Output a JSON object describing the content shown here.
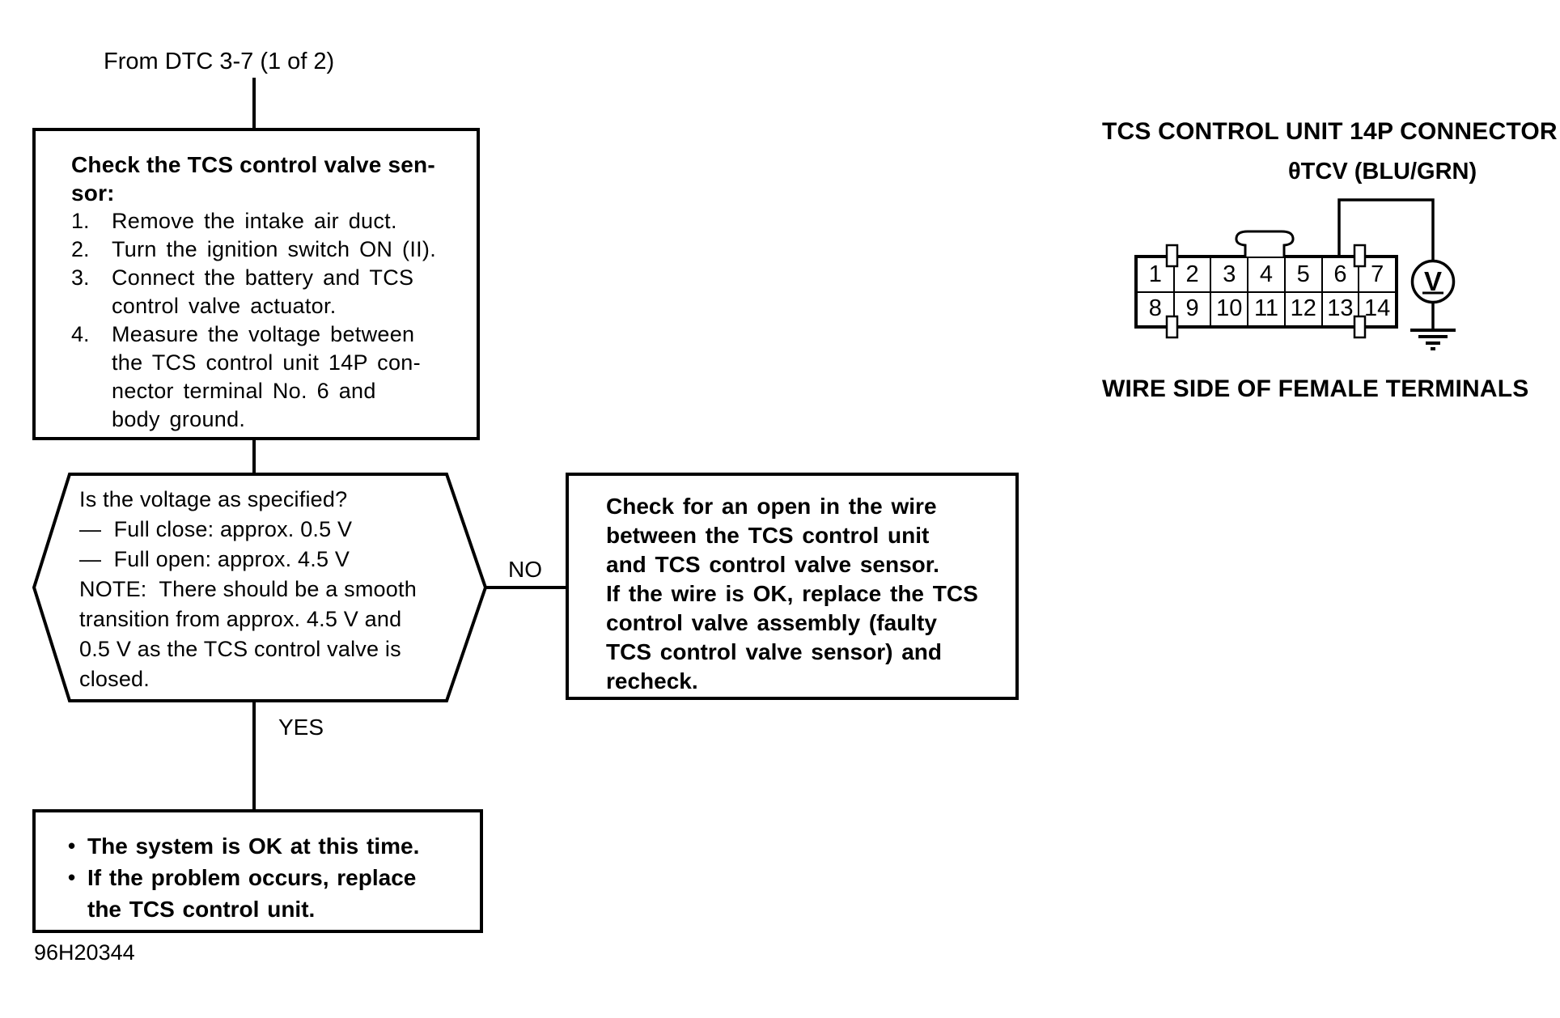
{
  "flowchart": {
    "from_label": "From DTC 3-7 (1 of 2)",
    "step_box": {
      "heading": [
        "Check the TCS control valve sen-",
        "sor:"
      ],
      "items": [
        {
          "num": "1.",
          "lines": [
            "Remove the intake air duct."
          ]
        },
        {
          "num": "2.",
          "lines": [
            "Turn the ignition switch ON (II)."
          ]
        },
        {
          "num": "3.",
          "lines": [
            "Connect the battery and TCS",
            "control valve actuator."
          ]
        },
        {
          "num": "4.",
          "lines": [
            "Measure the voltage between",
            "the TCS control unit 14P con-",
            "nector terminal No. 6 and",
            "body ground."
          ]
        }
      ]
    },
    "decision": {
      "lines": [
        "Is the voltage as specified?",
        "—  Full close: approx. 0.5 V",
        "—  Full open: approx. 4.5 V",
        "NOTE:  There should be a smooth",
        "transition from approx. 4.5 V and",
        "0.5 V as the TCS control valve is",
        "closed."
      ]
    },
    "no_label": "NO",
    "yes_label": "YES",
    "open_wire_box": {
      "lines": [
        "Check for an open in the wire",
        "between the TCS control unit",
        "and TCS control valve sensor.",
        "If the wire is OK, replace the TCS",
        "control valve assembly (faulty",
        "TCS control valve sensor) and",
        "recheck."
      ]
    },
    "ok_box": {
      "bullet": "•",
      "bullets": [
        {
          "lines": [
            "The system is OK at this time."
          ]
        },
        {
          "lines": [
            "If the problem occurs, replace",
            "the TCS control unit."
          ]
        }
      ]
    },
    "doc_id": "96H20344"
  },
  "connector_panel": {
    "title": "TCS CONTROL UNIT 14P CONNECTOR",
    "signal_label": "θTCV (BLU/GRN)",
    "caption": "WIRE SIDE OF FEMALE TERMINALS",
    "meter_label": "V",
    "pins_row1": [
      "1",
      "2",
      "3",
      "4",
      "5",
      "6",
      "7"
    ],
    "pins_row2": [
      "8",
      "9",
      "10",
      "11",
      "12",
      "13",
      "14"
    ]
  },
  "colors": {
    "ink": "#000000",
    "paper": "#ffffff"
  }
}
